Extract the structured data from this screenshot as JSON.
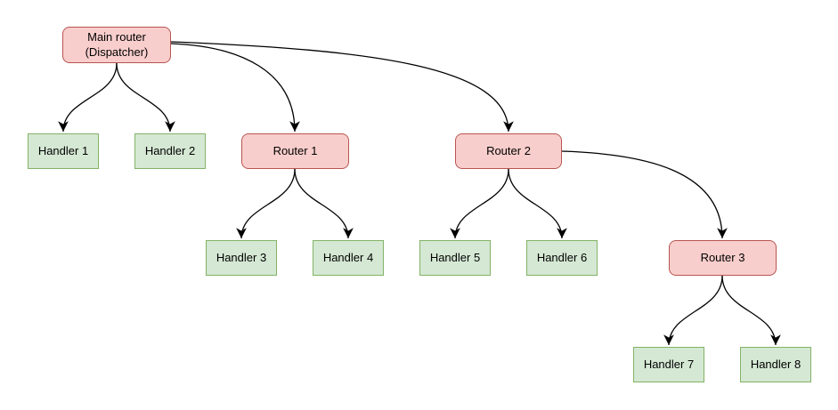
{
  "diagram": {
    "nodes": {
      "main_router": {
        "label": "Main router\n(Dispatcher)",
        "type": "router"
      },
      "handler_1": {
        "label": "Handler 1",
        "type": "handler"
      },
      "handler_2": {
        "label": "Handler 2",
        "type": "handler"
      },
      "router_1": {
        "label": "Router 1",
        "type": "router"
      },
      "router_2": {
        "label": "Router 2",
        "type": "router"
      },
      "handler_3": {
        "label": "Handler 3",
        "type": "handler"
      },
      "handler_4": {
        "label": "Handler 4",
        "type": "handler"
      },
      "handler_5": {
        "label": "Handler 5",
        "type": "handler"
      },
      "handler_6": {
        "label": "Handler 6",
        "type": "handler"
      },
      "router_3": {
        "label": "Router 3",
        "type": "router"
      },
      "handler_7": {
        "label": "Handler 7",
        "type": "handler"
      },
      "handler_8": {
        "label": "Handler 8",
        "type": "handler"
      }
    },
    "edges": [
      {
        "from": "main_router",
        "to": "handler_1"
      },
      {
        "from": "main_router",
        "to": "handler_2"
      },
      {
        "from": "main_router",
        "to": "router_1"
      },
      {
        "from": "main_router",
        "to": "router_2"
      },
      {
        "from": "router_1",
        "to": "handler_3"
      },
      {
        "from": "router_1",
        "to": "handler_4"
      },
      {
        "from": "router_2",
        "to": "handler_5"
      },
      {
        "from": "router_2",
        "to": "handler_6"
      },
      {
        "from": "router_2",
        "to": "router_3"
      },
      {
        "from": "router_3",
        "to": "handler_7"
      },
      {
        "from": "router_3",
        "to": "handler_8"
      }
    ],
    "colors": {
      "router_fill": "#f8cecc",
      "router_border": "#b85450",
      "handler_fill": "#d5e8d4",
      "handler_border": "#82b366",
      "edge_color": "#000000",
      "background": "#ffffff"
    }
  }
}
